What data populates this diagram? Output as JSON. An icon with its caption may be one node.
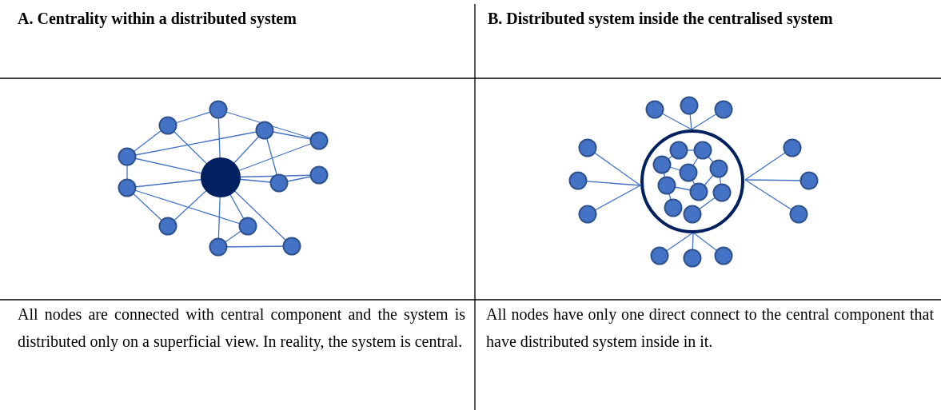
{
  "diagram": {
    "labels": [
      "A. Centrality within a distributed system",
      "B. Distributed system inside the centralised system",
      "All nodes are connected with central component and the system is distributed only on a superficial view. In reality, the system is central.",
      "All nodes have only one direct connect to the central component that have distributed system inside in it."
    ]
  }
}
